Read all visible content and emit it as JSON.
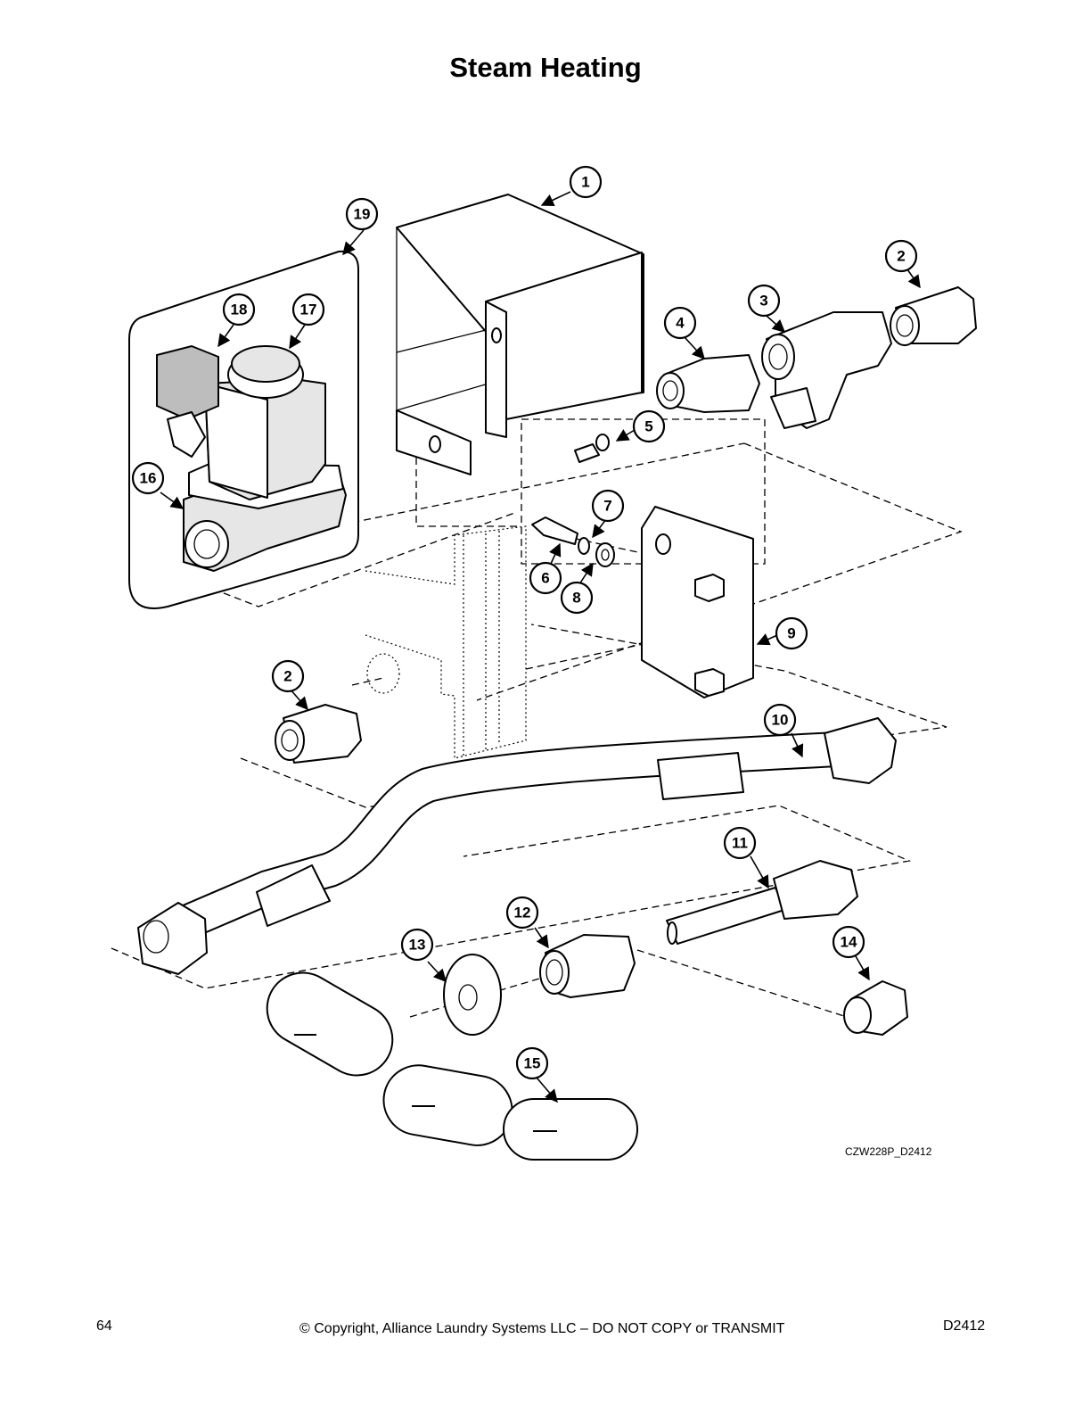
{
  "page": {
    "title": "Steam Heating",
    "figure_code": "CZW228P_D2412",
    "page_number": "64",
    "copyright": "© Copyright, Alliance Laundry Systems LLC – DO NOT COPY or TRANSMIT",
    "doc_code": "D2412"
  },
  "callouts": [
    "1",
    "2",
    "3",
    "4",
    "5",
    "6",
    "7",
    "8",
    "9",
    "10",
    "11",
    "12",
    "13",
    "14",
    "15",
    "16",
    "17",
    "18",
    "19"
  ]
}
